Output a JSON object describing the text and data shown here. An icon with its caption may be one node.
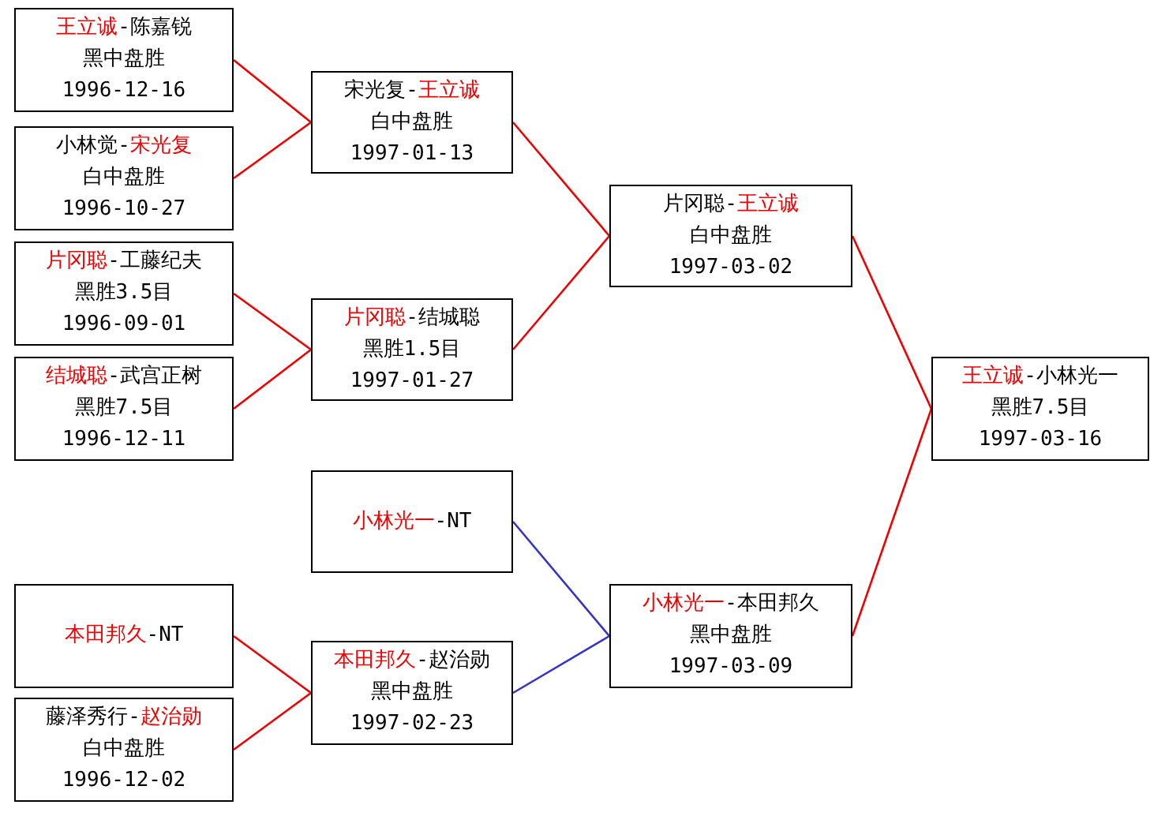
{
  "diagram": {
    "nodes": [
      {
        "text": [
          "**王立诚**-陈嘉锐",
          "黑中盘胜",
          "1996-12-16"
        ]
      },
      {
        "text": [
          "小林觉-**宋光复**",
          "白中盘胜",
          "1996-10-27"
        ]
      },
      {
        "text": [
          "**片冈聪**-工藤纪夫",
          "黑胜3.5目",
          "1996-09-01"
        ]
      },
      {
        "text": [
          "**结城聪**-武宫正树",
          "黑胜7.5目",
          "1996-12-11"
        ]
      },
      {
        "text": [
          "宋光复-**王立诚**",
          "白中盘胜",
          "1997-01-13"
        ]
      },
      {
        "text": [
          "**片冈聪**-结城聪",
          "黑胜1.5目",
          "1997-01-27"
        ]
      },
      {
        "text": [
          "片冈聪-**王立诚**",
          "白中盘胜",
          "1997-03-02"
        ]
      },
      {
        "text": [
          "**王立诚**-小林光一",
          "黑胜7.5目",
          "1997-03-16"
        ]
      },
      {
        "text": [
          "**小林光一**-NT"
        ]
      },
      {
        "text": [
          "**本田邦久**-NT"
        ]
      },
      {
        "text": [
          "藤泽秀行-**赵治勋**",
          "白中盘胜",
          "1996-12-02"
        ]
      },
      {
        "text": [
          "**本田邦久**-赵治勋",
          "黑中盘胜",
          "1997-02-23"
        ]
      },
      {
        "text": [
          "**小林光一**-本田邦久",
          "黑中盘胜",
          "1997-03-09"
        ]
      }
    ],
    "edges": [
      {
        "from": 0,
        "to": 4,
        "arrow": "none"
      },
      {
        "from": 1,
        "to": 4,
        "arrow": "none"
      },
      {
        "from": 2,
        "to": 5,
        "arrow": "none"
      },
      {
        "from": 3,
        "to": 5,
        "arrow": "none"
      },
      {
        "from": 4,
        "to": 6,
        "arrow": "none"
      },
      {
        "from": 5,
        "to": 6,
        "arrow": "none"
      },
      {
        "from": 6,
        "to": 7,
        "arrow": "none"
      },
      {
        "from": 12,
        "to": 7,
        "arrow": "none"
      },
      {
        "from": 8,
        "to": 12,
        "arrow": "none",
        "color": "#3333cc"
      },
      {
        "from": 11,
        "to": 12,
        "arrow": "none",
        "color": "#3333cc"
      },
      {
        "from": 9,
        "to": 11,
        "arrow": "none"
      },
      {
        "from": 10,
        "to": 11,
        "arrow": "none"
      }
    ]
  }
}
